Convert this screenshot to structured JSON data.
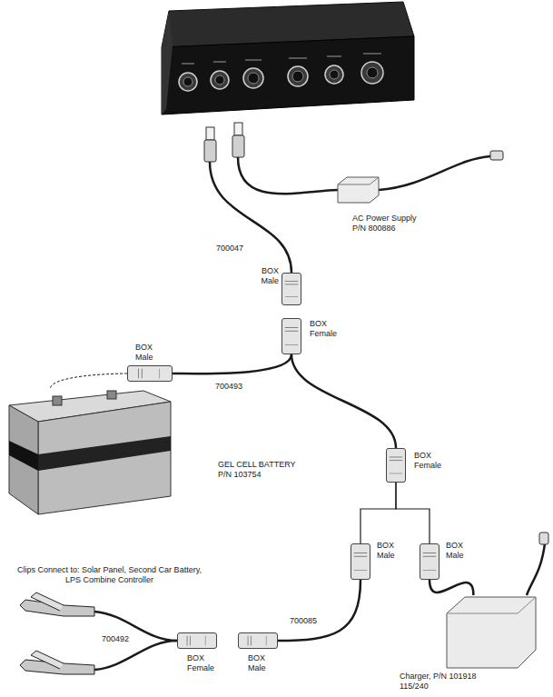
{
  "diagram": {
    "nodes": [
      {
        "text": [
          "AC Power Supply P/N 800886"
        ]
      },
      {
        "text": [
          "BOX Male"
        ]
      },
      {
        "text": [
          "BOX Female"
        ]
      },
      {
        "text": [
          "GEL CELL BATTERY P/N 103754"
        ]
      },
      {
        "text": [
          "BOX Male"
        ]
      },
      {
        "text": [
          "BOX Female"
        ]
      },
      {
        "text": [
          "BOX Male"
        ]
      },
      {
        "text": [
          "BOX Male"
        ]
      },
      {
        "text": [
          "Charger, P/N 101918 115/240"
        ]
      },
      {
        "text": [
          "BOX Female"
        ]
      },
      {
        "text": [
          "BOX Male"
        ]
      }
    ],
    "edges": [
      {
        "from": 2,
        "to": 4,
        "arrow": "none",
        "label": "700493"
      },
      {
        "from": 2,
        "to": 5,
        "arrow": "none"
      },
      {
        "from": 4,
        "to": 3,
        "arrow": "none"
      },
      {
        "from": 5,
        "to": 6,
        "arrow": "none"
      },
      {
        "from": 5,
        "to": 7,
        "arrow": "none"
      },
      {
        "from": 7,
        "to": 8,
        "arrow": "none"
      },
      {
        "from": 6,
        "to": 10,
        "arrow": "none",
        "label": "700085"
      }
    ],
    "labels": [
      "700047",
      "Clips Connect to: Solar Panel, Second Car Battery, LPS Combine Controller",
      "700492"
    ]
  }
}
